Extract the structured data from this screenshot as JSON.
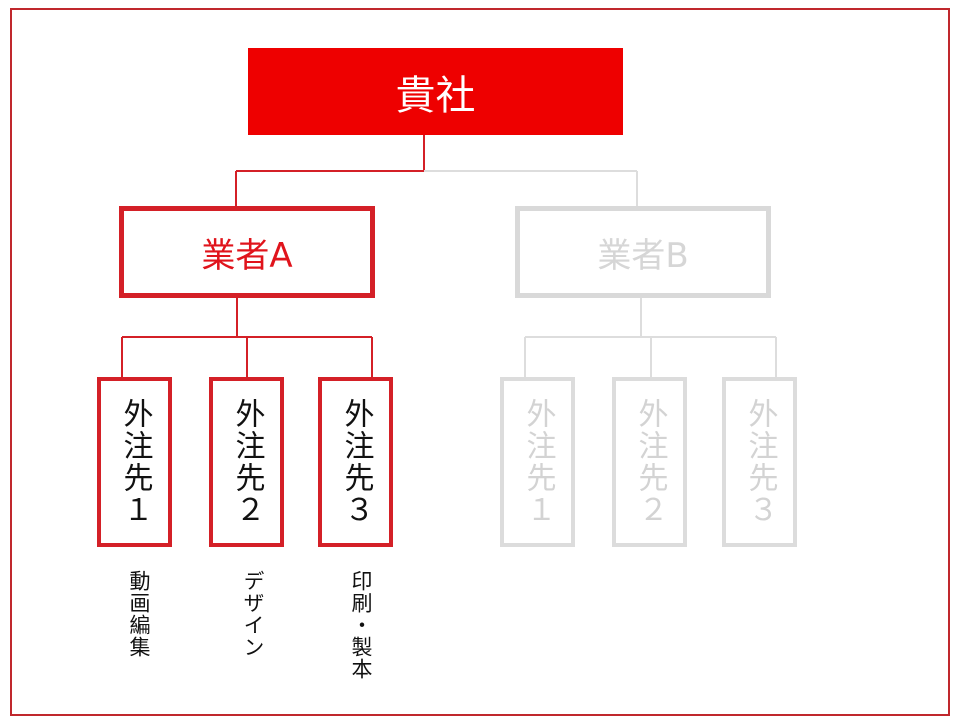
{
  "root": {
    "label": "貴社"
  },
  "vendors": [
    {
      "label": "業者A",
      "active": true,
      "subcontractors": [
        {
          "label": "外注先１",
          "note": "動画編集"
        },
        {
          "label": "外注先２",
          "note": "デザイン"
        },
        {
          "label": "外注先３",
          "note": "印刷・製本"
        }
      ]
    },
    {
      "label": "業者B",
      "active": false,
      "subcontractors": [
        {
          "label": "外注先１"
        },
        {
          "label": "外注先２"
        },
        {
          "label": "外注先３"
        }
      ]
    }
  ],
  "colors": {
    "accent": "#ee0000",
    "active_border": "#d42027",
    "inactive": "#d9d9d9"
  }
}
